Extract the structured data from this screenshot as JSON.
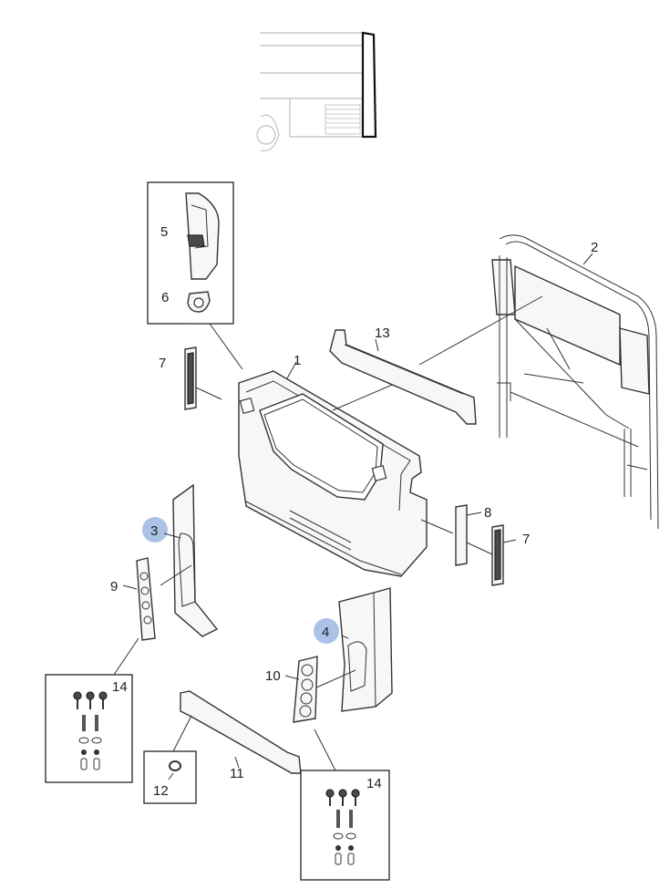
{
  "colors": {
    "line": "#333333",
    "highlight": "#a9c2e6",
    "ghost": "#bfbfbf"
  },
  "callouts": {
    "c1": "1",
    "c2": "2",
    "c3": "3",
    "c4": "4",
    "c5": "5",
    "c6": "6",
    "c7a": "7",
    "c7b": "7",
    "c8": "8",
    "c9": "9",
    "c10": "10",
    "c11": "11",
    "c12": "12",
    "c13": "13",
    "c14a": "14",
    "c14b": "14"
  },
  "highlighted_callouts": [
    "3",
    "4"
  ]
}
